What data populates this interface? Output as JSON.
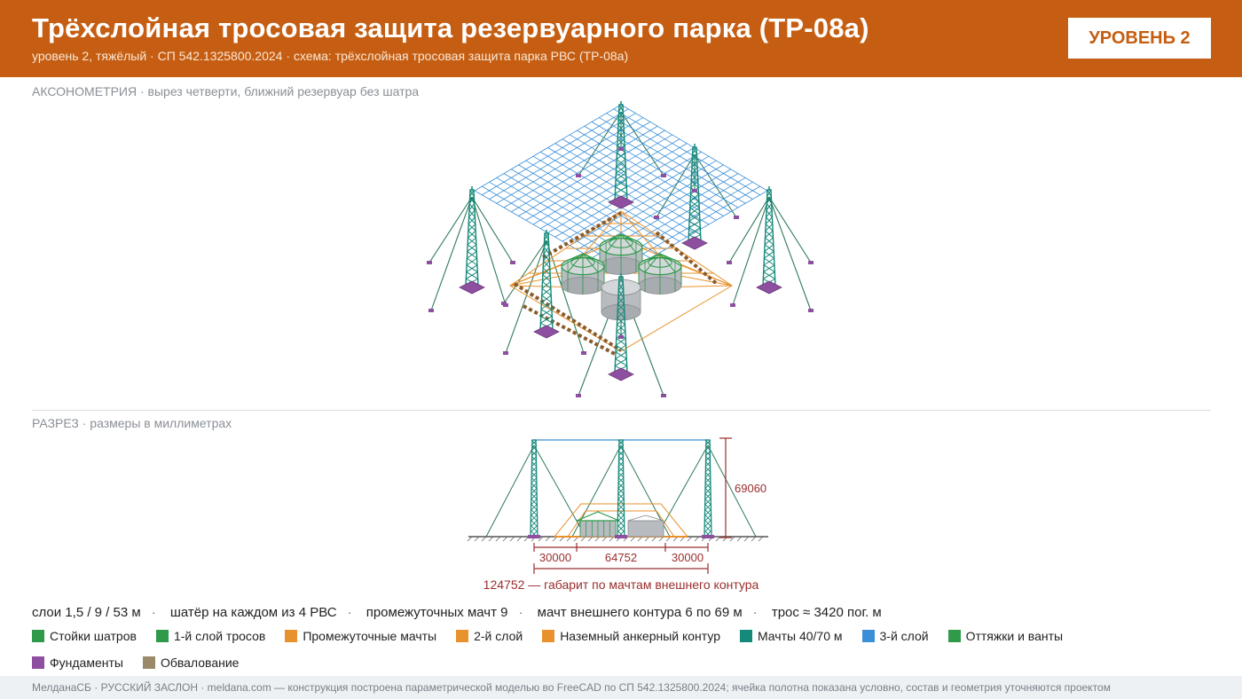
{
  "header": {
    "title": "Трёхслойная тросовая защита резервуарного парка (ТР-08а)",
    "subtitle": "уровень 2, тяжёлый · СП 542.1325800.2024 · схема: трёхслойная тросовая защита парка РВС (ТР-08а)",
    "badge": "УРОВЕНЬ 2"
  },
  "sections": {
    "axon_label": "АКСОНОМЕТРИЯ · вырез четверти, ближний резервуар без шатра",
    "section_label": "РАЗРЕЗ · размеры в миллиметрах"
  },
  "dimensions": {
    "height": "69060",
    "span_left": "30000",
    "span_mid": "64752",
    "span_right": "30000",
    "overall": "124752 — габарит по мачтам внешнего контура"
  },
  "stats": [
    "слои 1,5 / 9 / 53 м",
    "шатёр на каждом из 4 РВС",
    "промежуточных мачт 9",
    "мачт внешнего контура 6 по 69 м",
    "трос ≈ 3420 пог. м"
  ],
  "legend": [
    {
      "label": "Стойки шатров",
      "color": "#2e9a4a"
    },
    {
      "label": "1-й слой тросов",
      "color": "#2e9a4a"
    },
    {
      "label": "Промежуточные мачты",
      "color": "#e8922e"
    },
    {
      "label": "2-й слой",
      "color": "#e8922e"
    },
    {
      "label": "Наземный анкерный контур",
      "color": "#e8922e"
    },
    {
      "label": "Мачты 40/70 м",
      "color": "#15897a"
    },
    {
      "label": "3-й слой",
      "color": "#3a8fd8"
    },
    {
      "label": "Оттяжки и ванты",
      "color": "#2e9a4a"
    },
    {
      "label": "Фундаменты",
      "color": "#8e4fa0"
    },
    {
      "label": "Обвалование",
      "color": "#9a8a6a"
    }
  ],
  "footer": "МелданаСБ · РУССКИЙ ЗАСЛОН · meldana.com — конструкция построена параметрической моделью во FreeCAD по СП 542.1325800.2024; ячейка полотна показана условно, состав и геометрия уточняются проектом",
  "colors": {
    "header": "#c55e12",
    "mast": "#15897a",
    "guy": "#2e7a5a",
    "net": "#3a8fd8",
    "orange": "#e8922e",
    "foundation": "#8e4fa0",
    "dimension": "#9b2d2d"
  }
}
